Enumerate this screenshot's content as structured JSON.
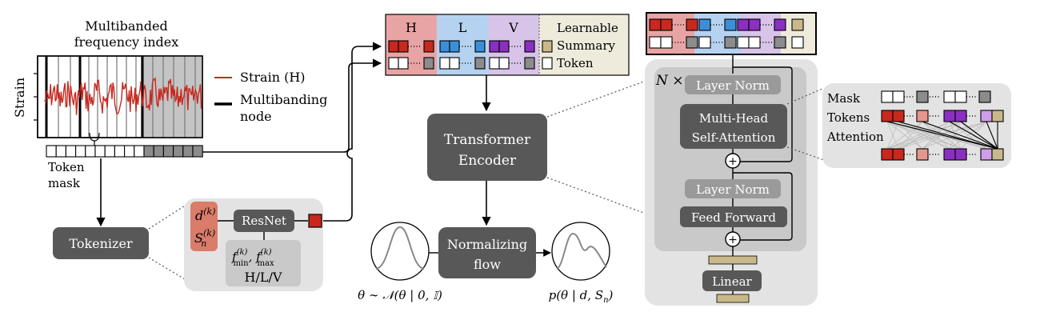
{
  "colors": {
    "H": "#e8a4a4",
    "L": "#b5d3f0",
    "V": "#d7c4e8",
    "summary_bg": "#efebdc",
    "red": "#c8281e",
    "blue": "#3a8fd8",
    "purple": "#8a2fc0",
    "tan": "#c9b98a",
    "gray_token": "#8c8c8c",
    "dark_box": "#585858",
    "panel": "#e3e3e3",
    "panel_inner": "#c9c9c9"
  },
  "signal": {
    "title_line1": "Multibanded",
    "title_line2": "frequency index",
    "ylabel": "Strain",
    "legend_strain": "Strain (H)",
    "legend_node_line1": "Multibanding",
    "legend_node_line2": "node",
    "mask_label_line1": "Token",
    "mask_label_line2": "mask"
  },
  "tokenizer": {
    "label": "Tokenizer",
    "d_label": "d",
    "sn_label": "S",
    "k_sup": "(k)",
    "n_sub": "n",
    "resnet": "ResNet",
    "fmin": "f",
    "fmin_sub": "min",
    "fmax": "f",
    "fmax_sub": "max",
    "band": "H/L/V"
  },
  "token_table": {
    "H": "H",
    "L": "L",
    "V": "V",
    "summary_line1": "Learnable",
    "summary_line2": "Summary",
    "summary_line3": "Token"
  },
  "encoder": {
    "line1": "Transformer",
    "line2": "Encoder"
  },
  "flow": {
    "line1": "Normalizing",
    "line2": "flow",
    "prior": "θ ∼ 𝒩(θ | 0, 𝕀)",
    "posterior": "p(θ | d, S",
    "posterior_sub": "n",
    "posterior_end": ")"
  },
  "transformer": {
    "nx": "N ×",
    "layer_norm_1": "Layer Norm",
    "mhsa_line1": "Multi-Head",
    "mhsa_line2": "Self-Attention",
    "layer_norm_2": "Layer Norm",
    "feed_forward": "Feed Forward",
    "linear": "Linear",
    "plus": "+"
  },
  "attention_panel": {
    "mask": "Mask",
    "tokens": "Tokens",
    "attention": "Attention"
  }
}
